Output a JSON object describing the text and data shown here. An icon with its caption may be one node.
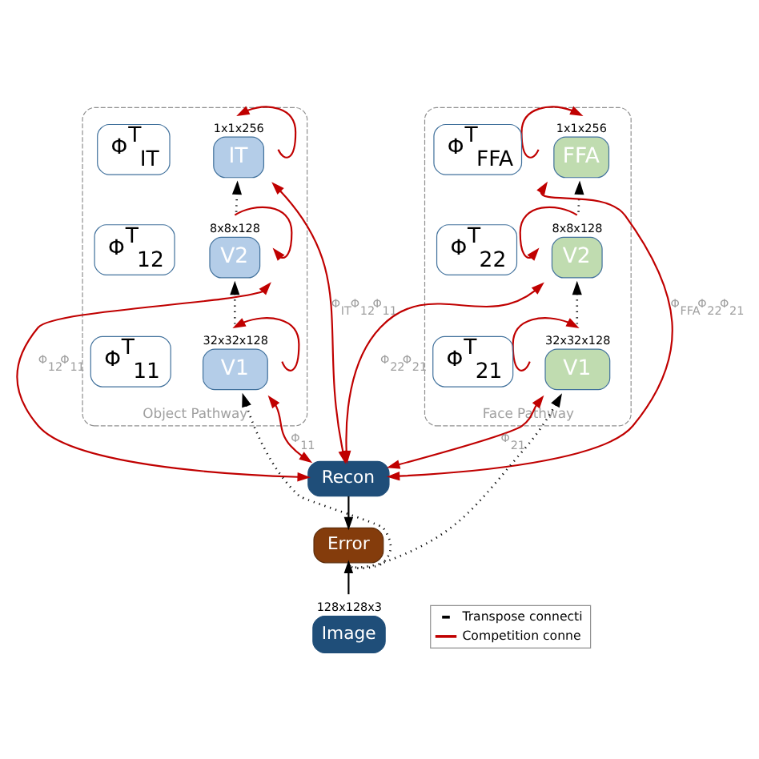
{
  "diagram": {
    "nodes": [
      {
        "text": [
          "Object Pathway"
        ]
      },
      {
        "text": [
          "IT"
        ],
        "in": 0,
        "beside": [
          "1x1x256"
        ]
      },
      {
        "text": [
          "Φ$^{T}$$_{IT}$"
        ],
        "in": 0
      },
      {
        "text": [
          "V2"
        ],
        "in": 0,
        "beside": [
          "8x8x128"
        ]
      },
      {
        "text": [
          "Φ$^{T}$$_{12}$"
        ],
        "in": 0
      },
      {
        "text": [
          "V1"
        ],
        "in": 0,
        "beside": [
          "32x32x128"
        ]
      },
      {
        "text": [
          "Φ$^{T}$$_{11}$"
        ],
        "in": 0
      },
      {
        "text": [
          "Face Pathway"
        ]
      },
      {
        "text": [
          "FFA"
        ],
        "in": 7,
        "beside": [
          "1x1x256"
        ]
      },
      {
        "text": [
          "Φ$^{T}$$_{FFA}$"
        ],
        "in": 7
      },
      {
        "text": [
          "V2"
        ],
        "in": 7,
        "beside": [
          "8x8x128"
        ]
      },
      {
        "text": [
          "Φ$^{T}$$_{22}$"
        ],
        "in": 7
      },
      {
        "text": [
          "V1"
        ],
        "in": 7,
        "beside": [
          "32x32x128"
        ]
      },
      {
        "text": [
          "Φ$^{T}$$_{21}$"
        ],
        "in": 7
      },
      {
        "text": [
          "Recon"
        ]
      },
      {
        "text": [
          "Error"
        ]
      },
      {
        "text": [
          "Image"
        ],
        "beside": [
          "128x128x3"
        ]
      }
    ],
    "edges": [
      {
        "from": 5,
        "to": 3,
        "arrow": "to",
        "style": "dashed",
        "color": "#000000"
      },
      {
        "from": 3,
        "to": 1,
        "arrow": "to",
        "style": "dashed",
        "color": "#000000"
      },
      {
        "from": 15,
        "to": 5,
        "arrow": "to",
        "style": "dashed",
        "color": "#000000"
      },
      {
        "from": 12,
        "to": 10,
        "arrow": "to",
        "style": "dashed",
        "color": "#000000"
      },
      {
        "from": 10,
        "to": 8,
        "arrow": "to",
        "style": "dashed",
        "color": "#000000"
      },
      {
        "from": 15,
        "to": 12,
        "arrow": "to",
        "style": "dashed",
        "color": "#000000"
      },
      {
        "from": 1,
        "to": 14,
        "arrow": "both",
        "label": "Φ$_{IT}$Φ$_{12}$Φ$_{11}$"
      },
      {
        "from": 1,
        "to": 1,
        "arrow": "to"
      },
      {
        "from": 3,
        "to": 14,
        "arrow": "both",
        "label": "Φ$_{12}$Φ$_{11}$"
      },
      {
        "from": 3,
        "to": 3,
        "arrow": "to"
      },
      {
        "from": 5,
        "to": 14,
        "arrow": "both",
        "label": "Φ$_{11}$"
      },
      {
        "from": 5,
        "to": 5,
        "arrow": "to"
      },
      {
        "from": 8,
        "to": 14,
        "arrow": "both",
        "label": "Φ$_{FFA}$Φ$_{22}$Φ$_{21}$"
      },
      {
        "from": 8,
        "to": 8,
        "arrow": "to"
      },
      {
        "from": 10,
        "to": 14,
        "arrow": "both",
        "label": "Φ$_{22}$Φ$_{21}$"
      },
      {
        "from": 10,
        "to": 10,
        "arrow": "to"
      },
      {
        "from": 12,
        "to": 14,
        "arrow": "both",
        "label": "Φ$_{21}$"
      },
      {
        "from": 12,
        "to": 12,
        "arrow": "to"
      },
      {
        "from": 14,
        "to": 15,
        "arrow": "to",
        "color": "#000000"
      },
      {
        "from": 16,
        "to": 15,
        "arrow": "to",
        "color": "#000000"
      }
    ],
    "legend": [
      {
        "text": "Transpose connecti"
      },
      {
        "text": "Competition conne"
      }
    ]
  }
}
